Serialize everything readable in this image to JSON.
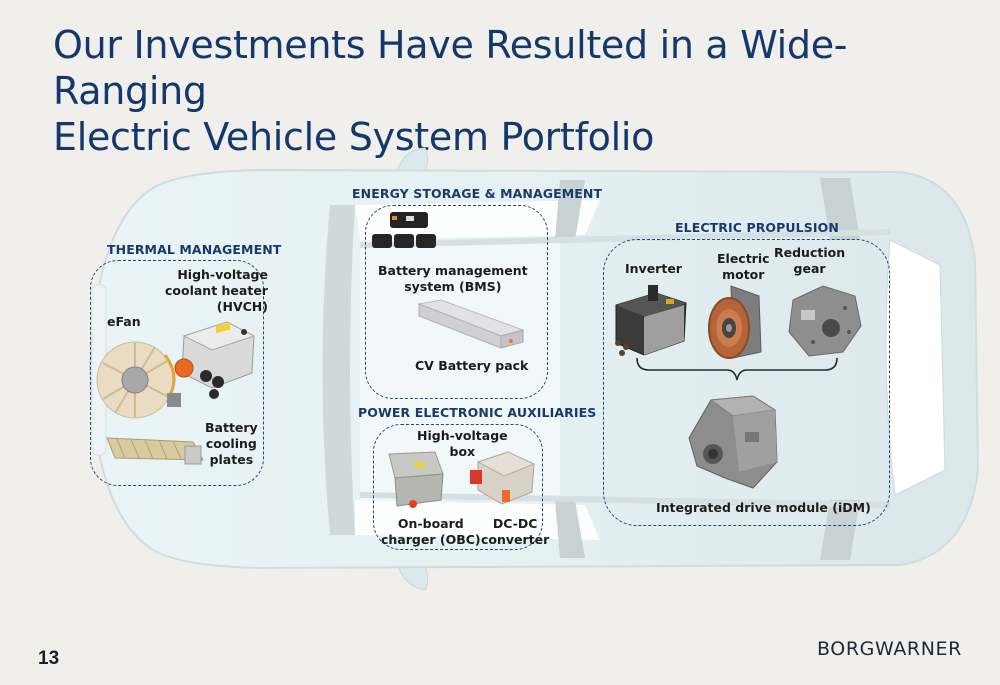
{
  "slide": {
    "title_lines": [
      "Our Investments Have Resulted in a Wide-Ranging",
      "Electric Vehicle System Portfolio"
    ],
    "page_number": "13",
    "logo_text": "BORGWARNER"
  },
  "colors": {
    "background": "#f1efeb",
    "title": "#13386b",
    "section_heading": "#173a6b",
    "dashed_border": "#1f4778",
    "car_body": "#e2eff1"
  },
  "sections": {
    "thermal": {
      "title": "THERMAL MANAGEMENT",
      "components": [
        "eFan",
        "High-voltage coolant heater (HVCH)",
        "Battery cooling plates"
      ],
      "labels": {
        "efan": "eFan",
        "hvch": [
          "High-voltage",
          "coolant heater",
          "(HVCH)"
        ],
        "cooling": [
          "Battery",
          "cooling",
          "plates"
        ]
      }
    },
    "energy": {
      "title": "ENERGY STORAGE & MANAGEMENT",
      "labels": {
        "bms": [
          "Battery management",
          "system (BMS)"
        ],
        "battery": "CV Battery pack"
      }
    },
    "power": {
      "title": "POWER ELECTRONIC AUXILIARIES",
      "labels": {
        "hvbox": [
          "High-voltage",
          "box"
        ],
        "obc": [
          "On-board",
          "charger (OBC)"
        ],
        "dcdc": [
          "DC-DC",
          "converter"
        ]
      }
    },
    "propulsion": {
      "title": "ELECTRIC PROPULSION",
      "labels": {
        "inverter": "Inverter",
        "motor": [
          "Electric",
          "motor"
        ],
        "gear": [
          "Reduction",
          "gear"
        ],
        "idm": "Integrated drive module (iDM)"
      }
    }
  }
}
